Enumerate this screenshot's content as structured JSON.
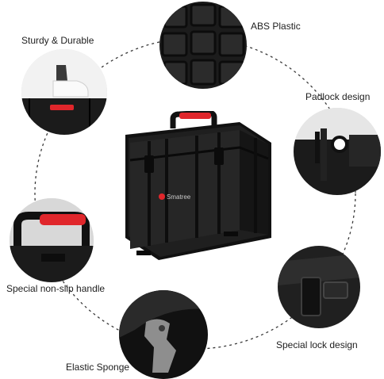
{
  "features": {
    "abs_plastic": "ABS Plastic",
    "sturdy_durable": "Sturdy & Durable",
    "padlock_design": "Padlock design",
    "non_slip_handle": "Special non-slip handle",
    "lock_design": "Special lock design",
    "elastic_sponge": "Elastic Sponge"
  },
  "product": {
    "brand_logo": "Smatree"
  },
  "colors": {
    "handle_red": "#e0262b",
    "case_black": "#1a1a1a",
    "ring": "#333333"
  }
}
